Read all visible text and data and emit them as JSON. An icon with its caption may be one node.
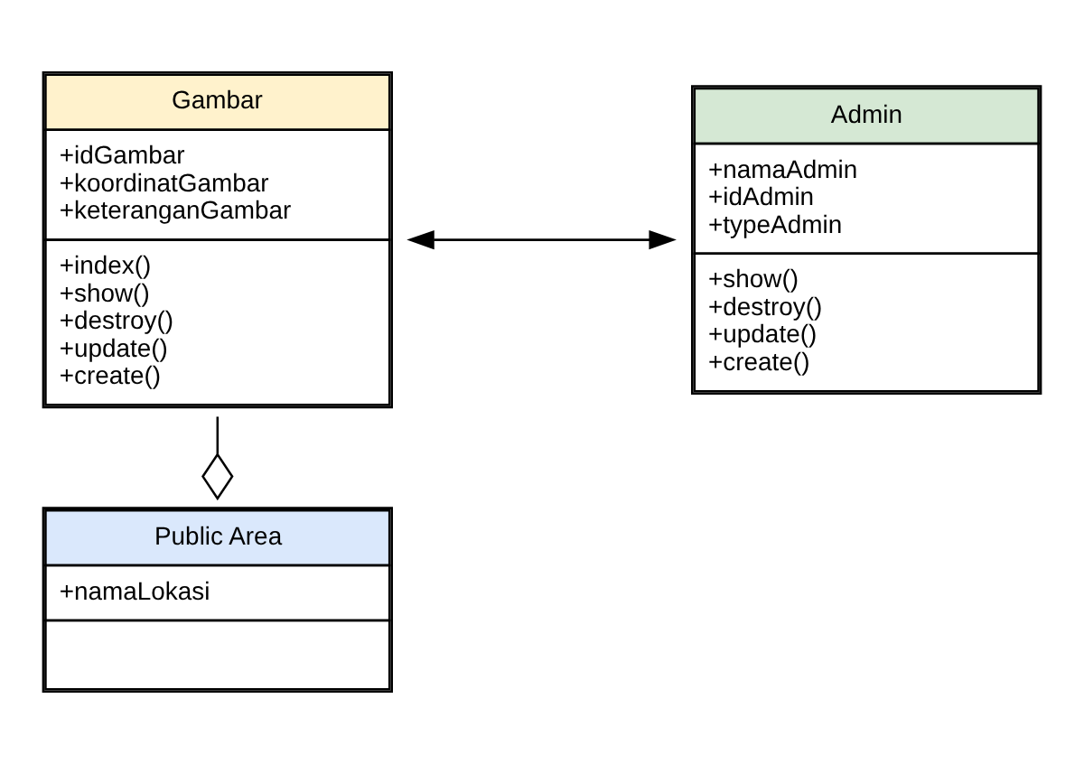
{
  "diagram": {
    "nodes": [
      {
        "text": [
          "Gambar",
          "+idGambar +koordinatGambar +keteranganGambar",
          "+index() +show() +destroy() +update() +create()"
        ]
      },
      {
        "text": [
          "Admin",
          "+namaAdmin +idAdmin +typeAdmin",
          "+show() +destroy() +update() +create()"
        ]
      },
      {
        "text": [
          "Public Area",
          "+namaLokasi"
        ]
      }
    ],
    "edges": [
      {
        "from": 0,
        "to": 1,
        "arrow": "both"
      },
      {
        "from": 0,
        "to": 2,
        "arrow": "other"
      }
    ]
  }
}
